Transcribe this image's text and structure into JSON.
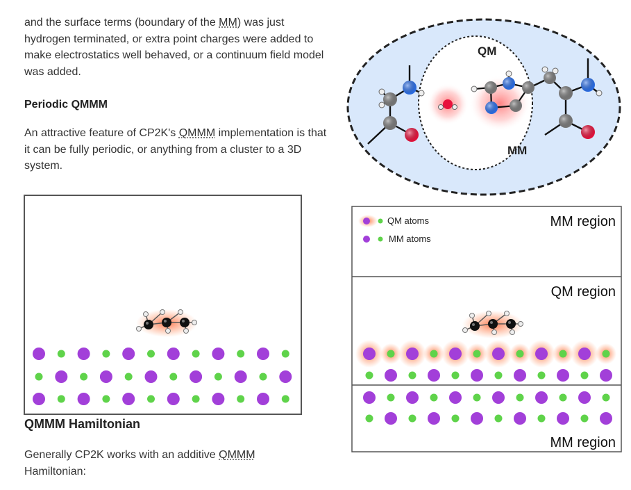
{
  "intro": {
    "text_a": "and the surface terms (boundary of the ",
    "abbr_a": "MM",
    "text_b": ") was just hydrogen terminated, or extra point charges were added to make electrostatics well behaved, or a continuum field model was added."
  },
  "periodic": {
    "heading": "Periodic QMMM",
    "text_a": "An attractive feature of CP2K's ",
    "abbr_a": "QMMM",
    "text_b": " implementation is that it can be fully periodic, or anything from a cluster to a 3D system."
  },
  "hamiltonian": {
    "heading": "QMMM Hamiltonian",
    "text_a": "Generally CP2K works with an additive ",
    "abbr_a": "QMMM",
    "text_b": " Hamiltonian:"
  },
  "figure_qmmm": {
    "qm_label": "QM",
    "mm_label": "MM"
  },
  "figure_regions": {
    "legend_qm": "QM atoms",
    "legend_mm": "MM atoms",
    "mm_region_top": "MM region",
    "qm_region": "QM region",
    "mm_region_bottom": "MM region"
  },
  "colors": {
    "text": "#333333",
    "cation": "#a23fd9",
    "anion": "#5fd34a",
    "oxygen": "#e8123c",
    "nitrogen": "#2a6ee8",
    "carbon": "#7a7a7a",
    "qm_glow": "#ff5a28",
    "mm_bubble": "#d9e8fb"
  }
}
